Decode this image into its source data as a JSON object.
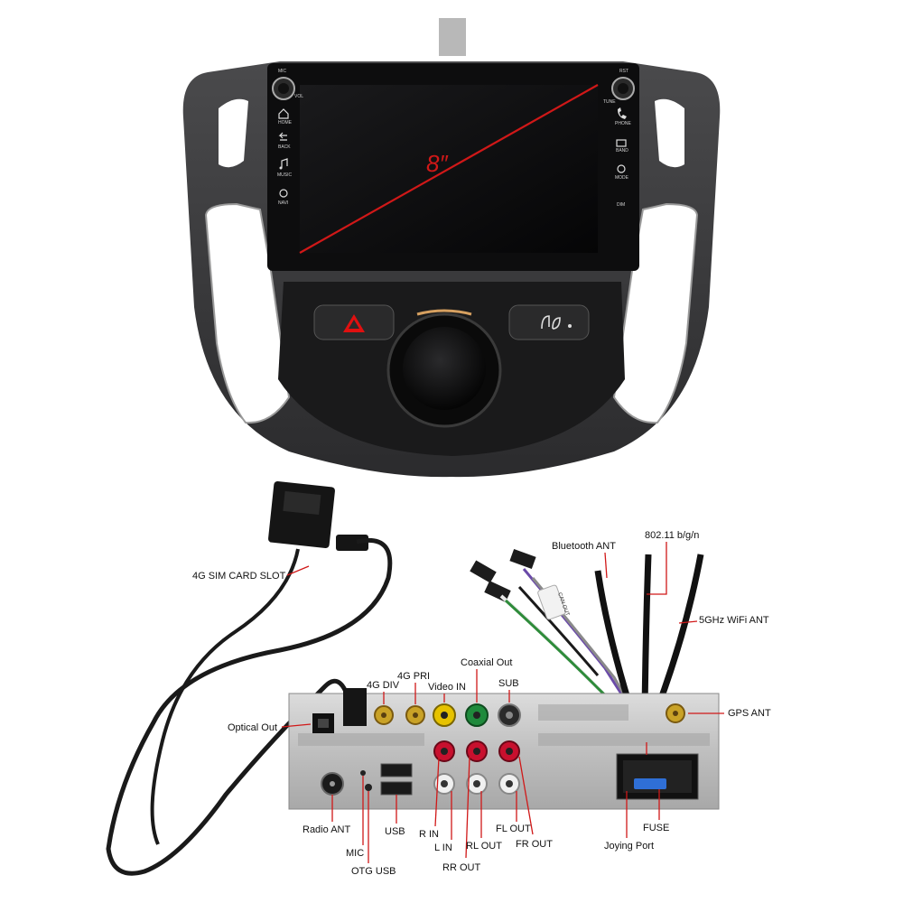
{
  "screen": {
    "size_label": "8″",
    "left_buttons": [
      "HOME",
      "BACK",
      "MUSIC",
      "NAVI"
    ],
    "right_buttons": [
      "PHONE",
      "BAND",
      "MODE",
      "DIM"
    ],
    "knob_labels": {
      "top_left": "MIC",
      "left_vol": "VOL",
      "top_right": "RST",
      "right_tune": "TUNE"
    }
  },
  "console": {
    "hazard_icon": "hazard-triangle-icon",
    "heated_icon": "heated-seat-icon"
  },
  "labels": {
    "sim": "4G SIM CARD SLOT",
    "bluetooth": "Bluetooth ANT",
    "wifi_24": "802.11 b/g/n",
    "wifi_5": "5GHz WiFi ANT",
    "gps": "GPS ANT",
    "coaxial": "Coaxial Out",
    "div": "4G DIV",
    "pri": "4G PRI",
    "video": "Video IN",
    "sub": "SUB",
    "optical": "Optical Out",
    "radio": "Radio ANT",
    "mic": "MIC",
    "otg": "OTG USB",
    "usb": "USB",
    "rin": "R IN",
    "lin": "L IN",
    "rlout": "RL OUT",
    "rrout": "RR OUT",
    "flout": "FL OUT",
    "frout": "FR OUT",
    "joying": "Joying Port",
    "fuse": "FUSE",
    "can_tag": "CAN OUT"
  },
  "colors": {
    "red_line": "#d01818",
    "bezel": "#3a3a3c",
    "rca_red": "#c8102e",
    "rca_yellow": "#e6c200",
    "rca_green": "#1f8a3c",
    "gold": "#c9a227",
    "fuse_blue": "#2f6fd6"
  }
}
